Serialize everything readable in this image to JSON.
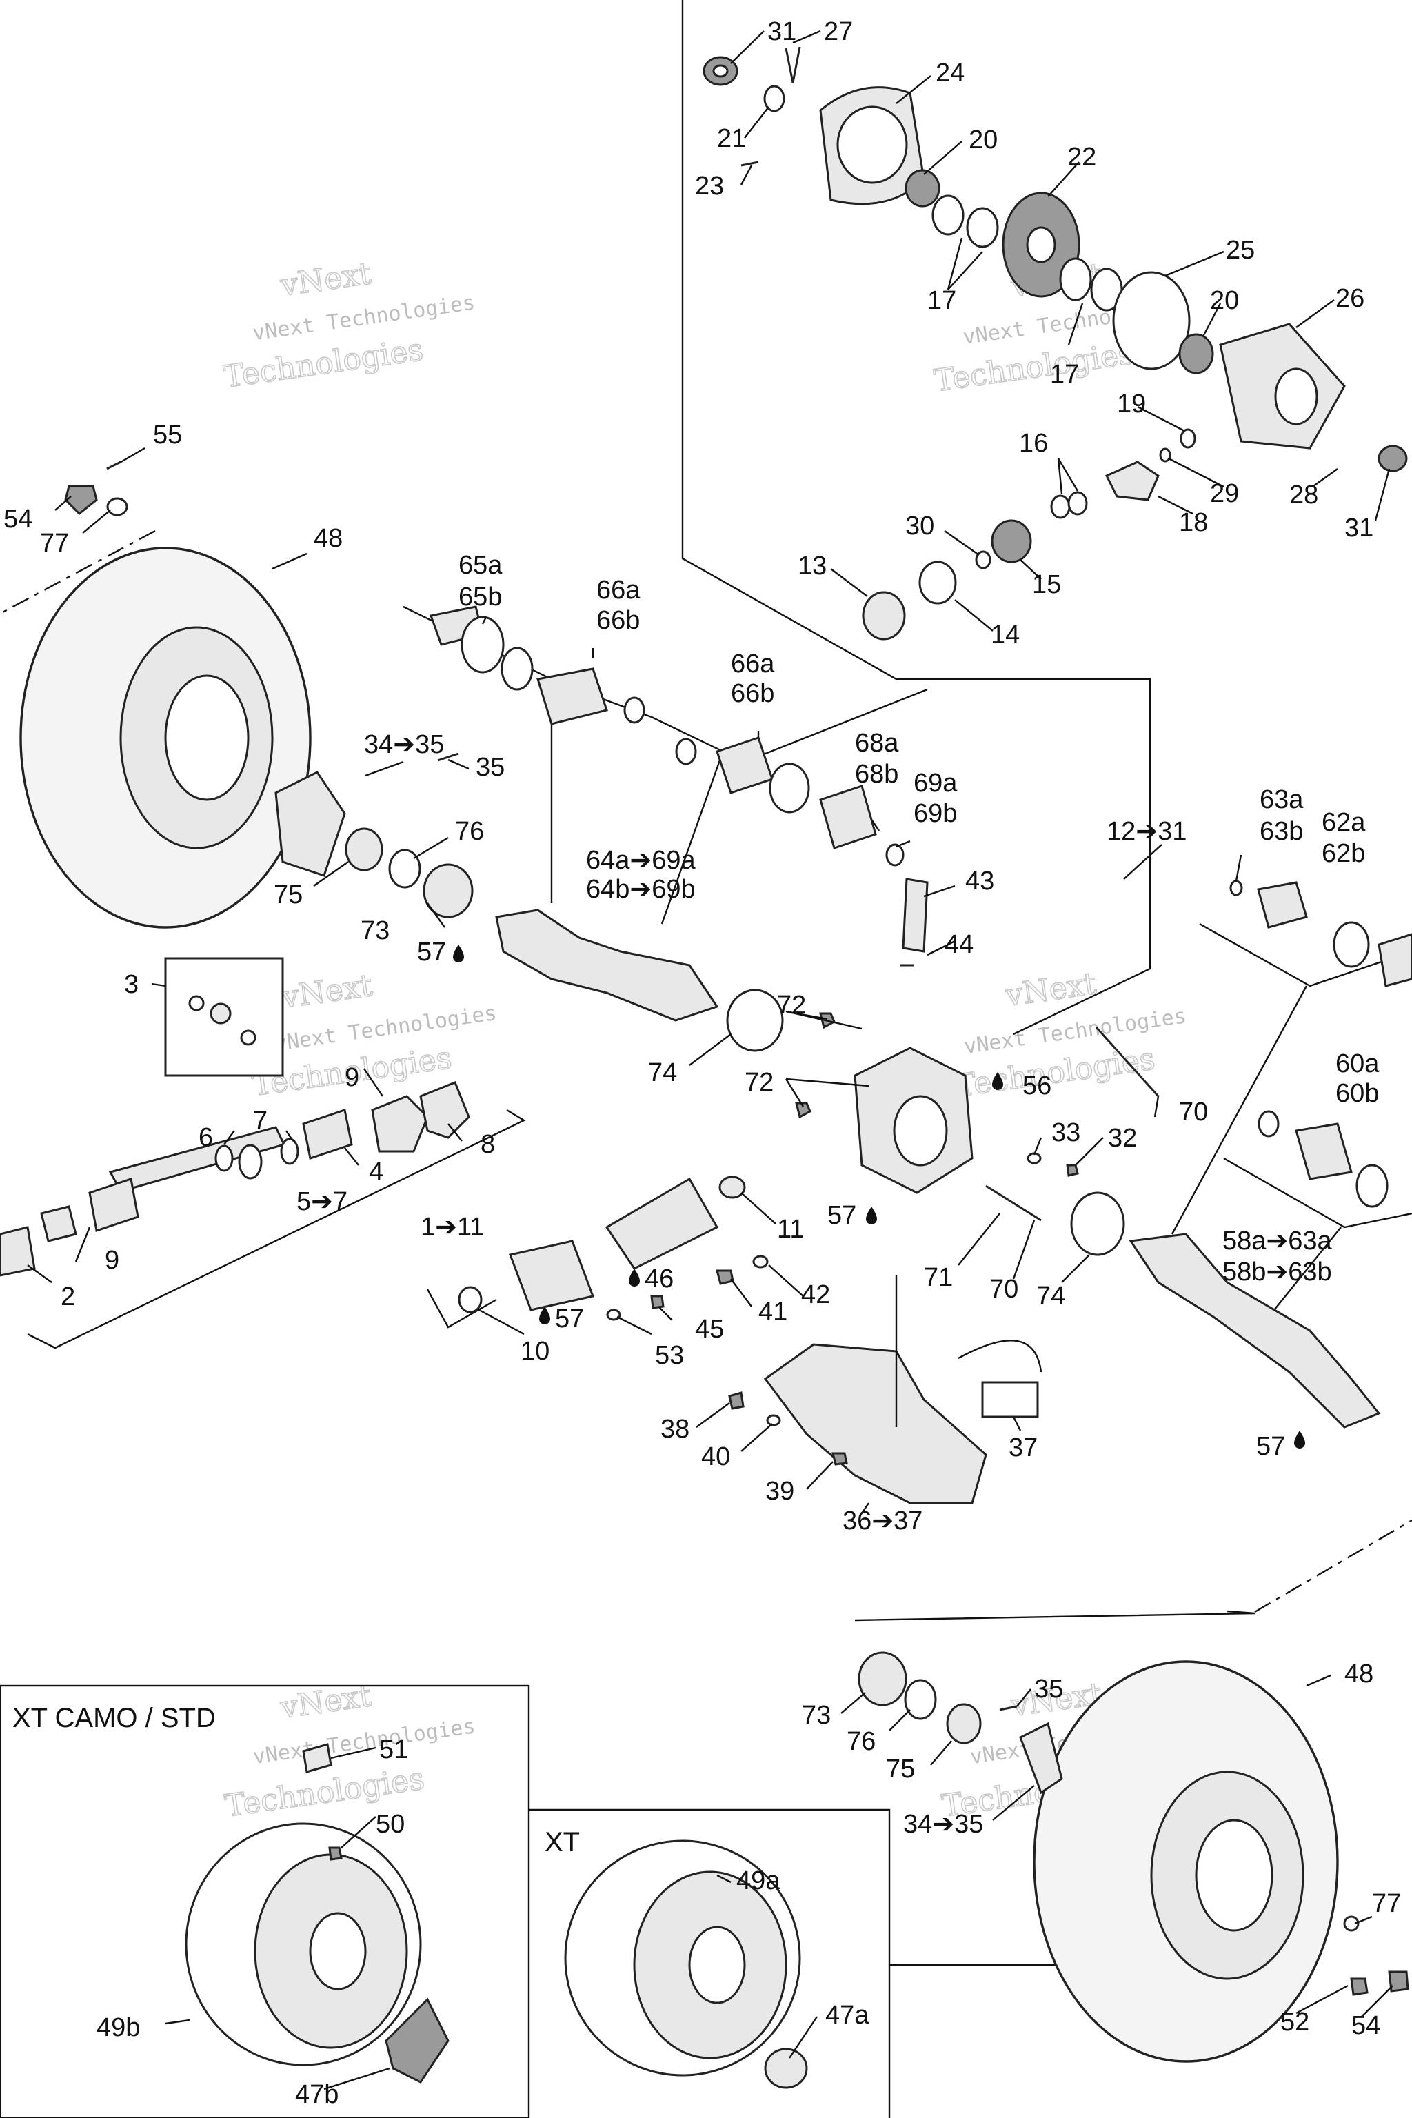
{
  "watermark": {
    "line1": "vNext",
    "line2": "vNext Technologies",
    "line3": "Technologies"
  },
  "boxes": {
    "xt_camo_std": "XT CAMO / STD",
    "xt": "XT"
  },
  "labels": {
    "l31a": "31",
    "l27": "27",
    "l24": "24",
    "l21": "21",
    "l20a": "20",
    "l23": "23",
    "l22": "22",
    "l17a": "17",
    "l25": "25",
    "l17b": "17",
    "l20b": "20",
    "l26": "26",
    "l19": "19",
    "l16": "16",
    "l29": "29",
    "l28": "28",
    "l18": "18",
    "l31b": "31",
    "l30": "30",
    "l13": "13",
    "l15": "15",
    "l14": "14",
    "l55": "55",
    "l54a": "54",
    "l77a": "77",
    "l48a": "48",
    "l65a": "65a",
    "l65b": "65b",
    "l66a1": "66a",
    "l66b1": "66b",
    "l66a2": "66a",
    "l66b2": "66b",
    "l68a": "68a",
    "l68b": "68b",
    "l69a": "69a",
    "l69b": "69b",
    "l34_35a": "34➔35",
    "l35a": "35",
    "l76a": "76",
    "l75a": "75",
    "l73a": "73",
    "l57a": "57",
    "l64a": "64a➔69a",
    "l64b": "64b➔69b",
    "l12_31": "12➔31",
    "l63a": "63a",
    "l63b": "63b",
    "l62a": "62a",
    "l62b": "62b",
    "l43": "43",
    "l44": "44",
    "l3": "3",
    "l72a": "72",
    "l74a": "74",
    "l56": "56",
    "l70a": "70",
    "l72b": "72",
    "l9a": "9",
    "l7": "7",
    "l6": "6",
    "l8": "8",
    "l4": "4",
    "l5_7": "5➔7",
    "l33": "33",
    "l32": "32",
    "l60a": "60a",
    "l60b": "60b",
    "l1_11": "1➔11",
    "l11": "11",
    "l57b": "57",
    "l9b": "9",
    "l2": "2",
    "l71": "71",
    "l70b": "70",
    "l74b": "74",
    "l58a": "58a➔63a",
    "l58b": "58b➔63b",
    "l46": "46",
    "l42": "42",
    "l57c": "57",
    "l45": "45",
    "l41": "41",
    "l10": "10",
    "l53": "53",
    "l38": "38",
    "l37": "37",
    "l40": "40",
    "l57d": "57",
    "l39": "39",
    "l36_37": "36➔37",
    "l73b": "73",
    "l35b": "35",
    "l48b": "48",
    "l76b": "76",
    "l75b": "75",
    "l34_35b": "34➔35",
    "l51": "51",
    "l50": "50",
    "l49a": "49a",
    "l49b": "49b",
    "l47a": "47a",
    "l47b": "47b",
    "l77b": "77",
    "l52": "52",
    "l54b": "54"
  }
}
